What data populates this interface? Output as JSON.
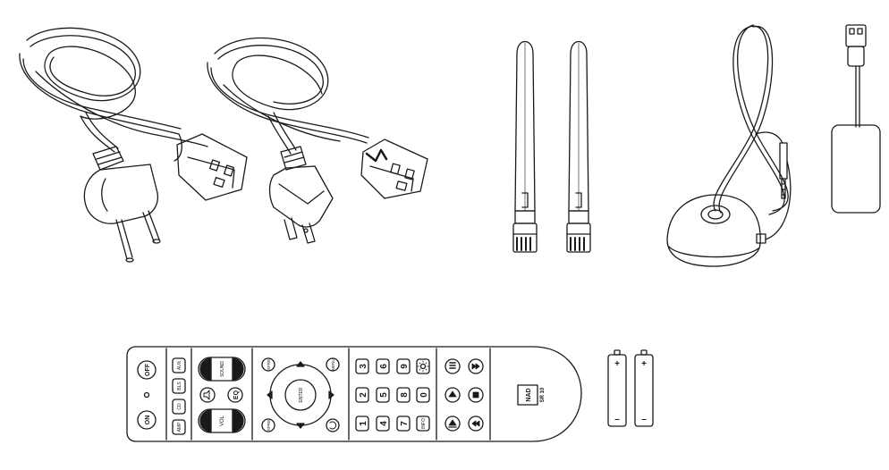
{
  "remote": {
    "left_column": [
      "OFF",
      "ON"
    ],
    "source_column": [
      "AUX",
      "BLS",
      "CD",
      "AMP"
    ],
    "volume_cluster": {
      "top": "SOUND",
      "eq": "EQ",
      "vol": "VOL"
    },
    "nav_cluster": {
      "preset_up": "SPRE",
      "menu": "MENU",
      "enter": "ENTER",
      "preset_down": "SPRE"
    },
    "number_keys": [
      "3",
      "6",
      "9",
      "2",
      "5",
      "8",
      "0",
      "1",
      "4",
      "7"
    ],
    "info_key": "INFO",
    "brand": "NAD",
    "model": "SR 10"
  },
  "batteries": {
    "plus": "+",
    "minus": "–"
  }
}
